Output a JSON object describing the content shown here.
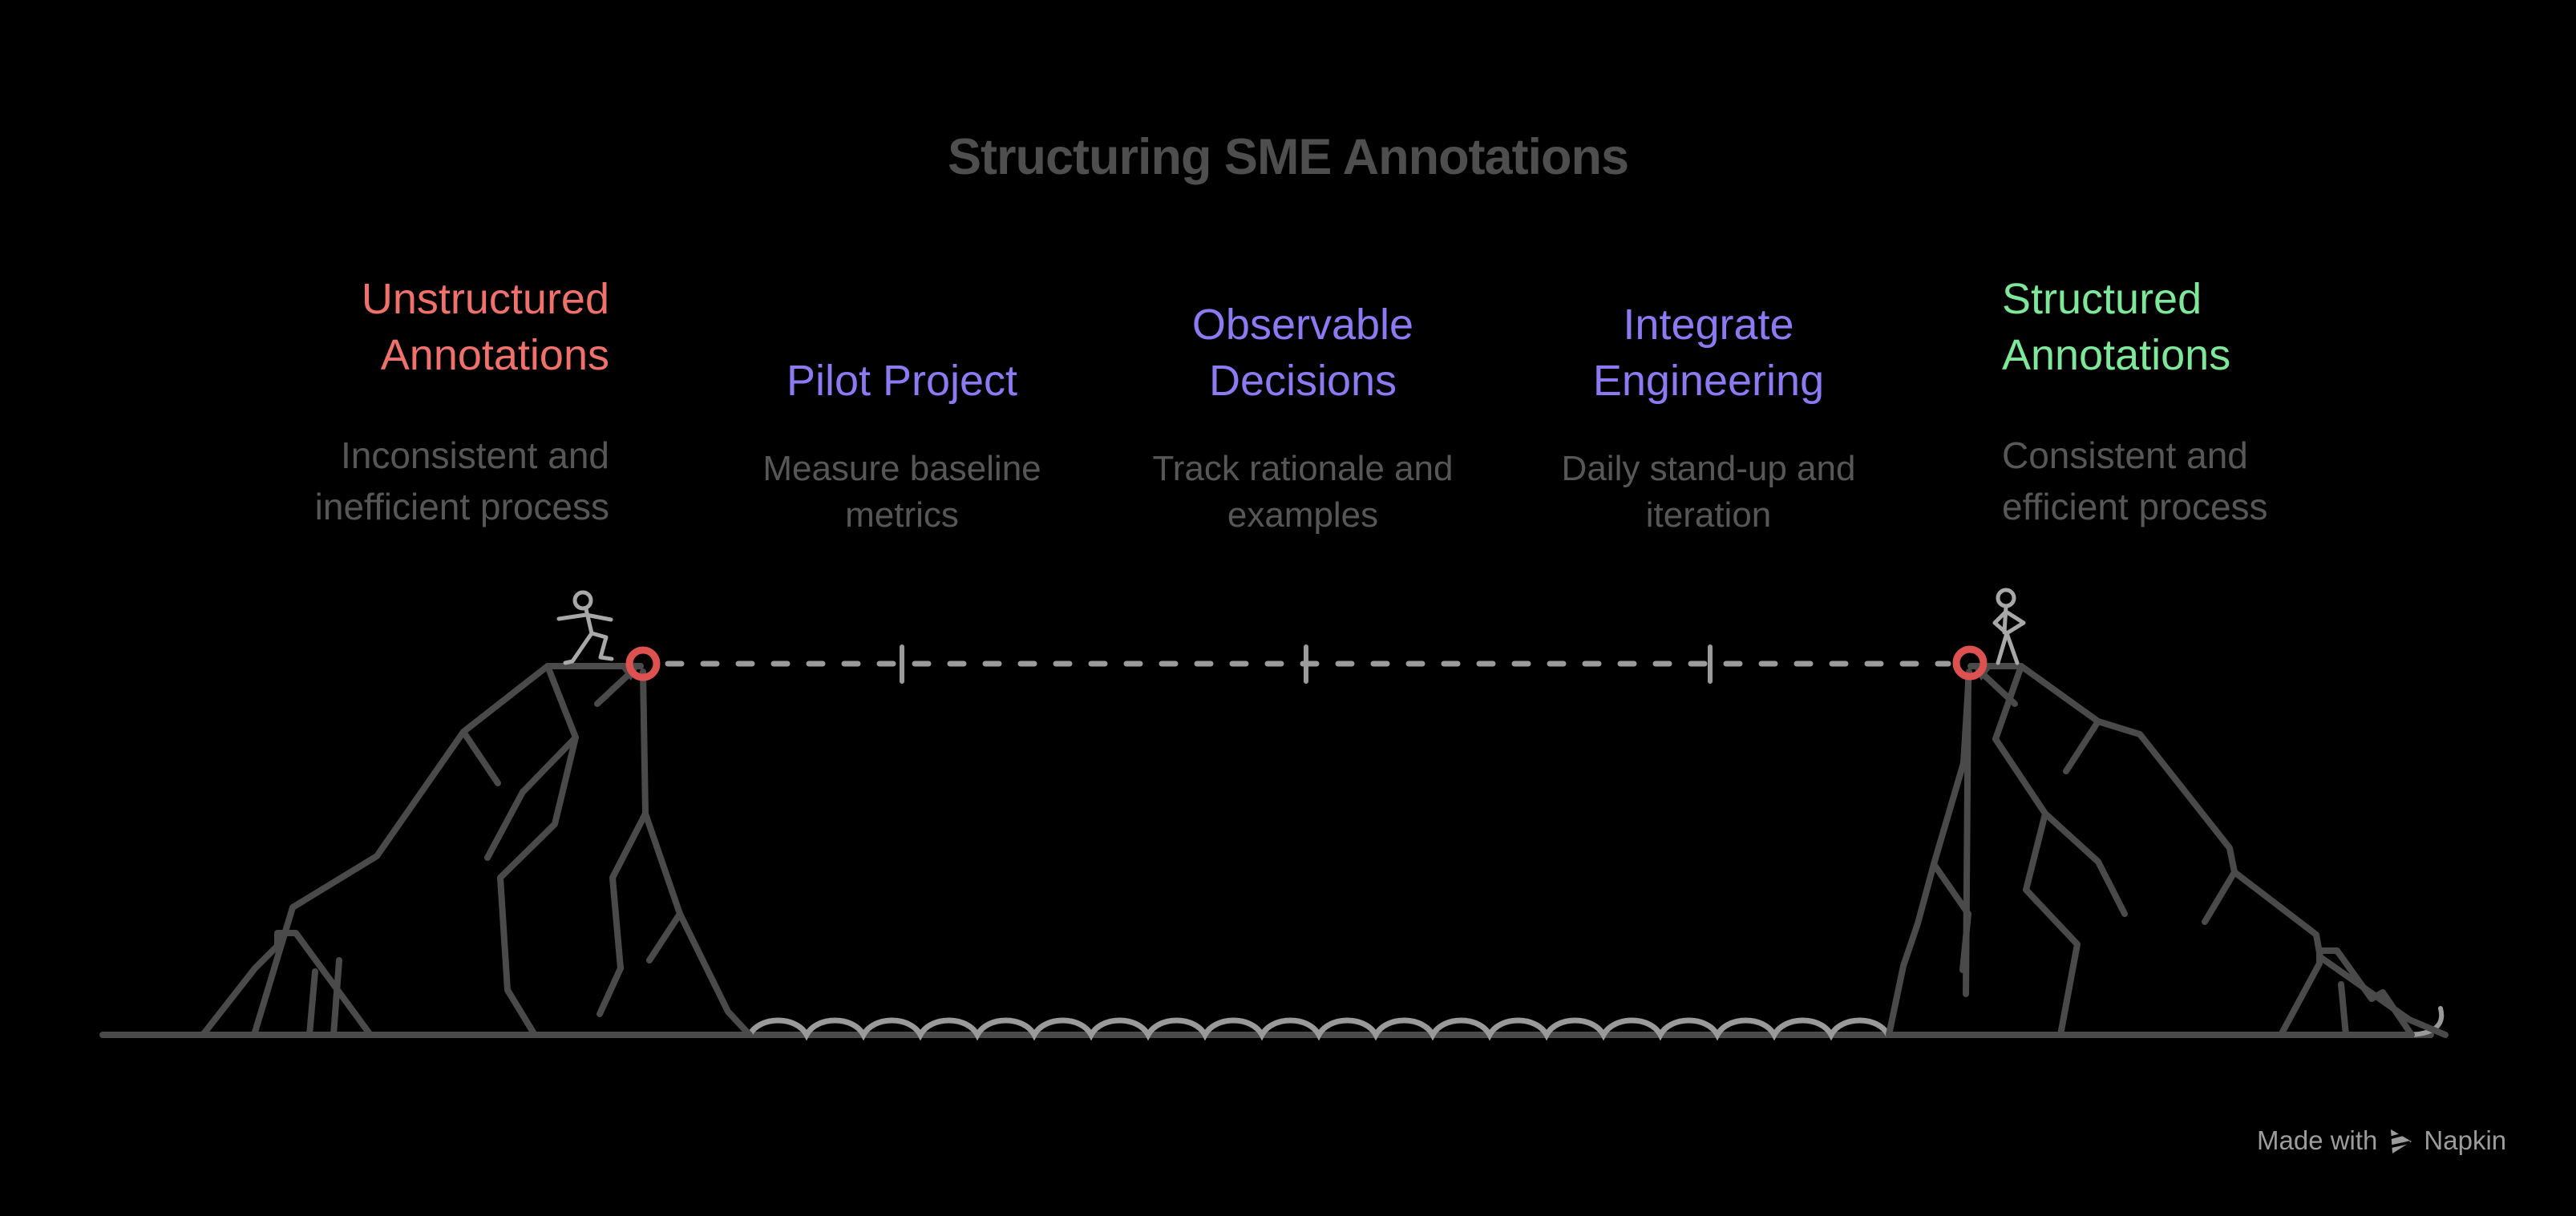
{
  "title": {
    "text": "Structuring SME Annotations",
    "color": "#4E4E4E"
  },
  "stages": [
    {
      "name": "unstructured-annotations",
      "heading": {
        "lines": [
          "Unstructured",
          "Annotations"
        ],
        "color": "#F0706C"
      },
      "subtitle": {
        "lines": [
          "Inconsistent and",
          "inefficient process"
        ],
        "color": "#575757"
      }
    },
    {
      "name": "pilot-project",
      "heading": {
        "lines": [
          "Pilot Project"
        ],
        "color": "#8C7AF2"
      },
      "subtitle": {
        "lines": [
          "Measure baseline",
          "metrics"
        ],
        "color": "#575757"
      }
    },
    {
      "name": "observable-decisions",
      "heading": {
        "lines": [
          "Observable",
          "Decisions"
        ],
        "color": "#8C7AF2"
      },
      "subtitle": {
        "lines": [
          "Track rationale and",
          "examples"
        ],
        "color": "#575757"
      }
    },
    {
      "name": "integrate-engineering",
      "heading": {
        "lines": [
          "Integrate",
          "Engineering"
        ],
        "color": "#8C7AF2"
      },
      "subtitle": {
        "lines": [
          "Daily stand-up and",
          "iteration"
        ],
        "color": "#575757"
      }
    },
    {
      "name": "structured-annotations",
      "heading": {
        "lines": [
          "Structured",
          "Annotations"
        ],
        "color": "#7EE89A"
      },
      "subtitle": {
        "lines": [
          "Consistent and",
          "efficient process"
        ],
        "color": "#575757"
      }
    }
  ],
  "illustration": {
    "description": "two cliffs joined by dashed tightrope over water",
    "rope_milestone_ticks": 3,
    "anchor_ring_color": "#DE5151",
    "cliff_line_color": "#4A4A4A",
    "figure_color": "#A8A8A8",
    "rope_color": "#9B9B9B",
    "water_color": "#9A9A9A"
  },
  "watermark": {
    "prefix": "Made with",
    "brand": "Napkin",
    "color": "#9C9C9C"
  }
}
